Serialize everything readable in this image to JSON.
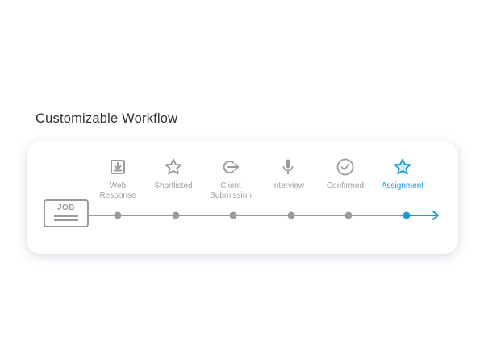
{
  "title": "Customizable Workflow",
  "job_label": "JOB",
  "colors": {
    "inactive": "#9a9a9a",
    "active": "#1a9bd7"
  },
  "steps": [
    {
      "label": "Web\nResponse",
      "icon": "download-tray-icon",
      "active": false
    },
    {
      "label": "Shortlisted",
      "icon": "star-outline-icon",
      "active": false
    },
    {
      "label": "Client\nSubmission",
      "icon": "arrow-out-icon",
      "active": false
    },
    {
      "label": "Interview",
      "icon": "microphone-icon",
      "active": false
    },
    {
      "label": "Confirmed",
      "icon": "check-circle-icon",
      "active": false
    },
    {
      "label": "Assignment",
      "icon": "star-active-icon",
      "active": true
    }
  ]
}
